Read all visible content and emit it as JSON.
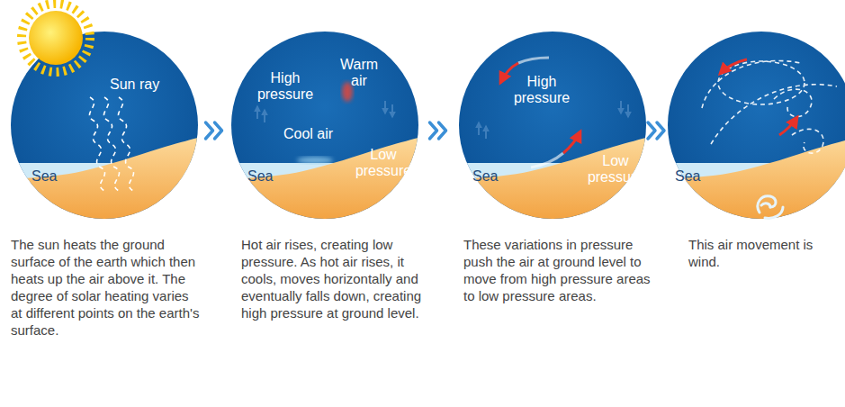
{
  "diagram": {
    "nodes": [
      {
        "text": [
          "Sun ray",
          "Sea",
          "The sun heats the ground surface of the earth which then heats up the air above it. The degree of solar heating varies at different points on the earth's surface."
        ]
      },
      {
        "text": [
          "High pressure",
          "Warm air",
          "Cool air",
          "Low pressure",
          "Sea",
          "Hot air rises, creating low pressure. As hot air rises, it cools, moves horizontally and eventually falls down, creating high pressure at ground level."
        ]
      },
      {
        "text": [
          "High pressure",
          "Sea",
          "Low pressure",
          "These variations in pressure push the air at ground level to move from high pressure areas to low pressure areas."
        ]
      },
      {
        "text": [
          "Sea",
          "This air movement is wind."
        ]
      }
    ],
    "edges": [
      {
        "from": 0,
        "to": 1,
        "arrow": "to"
      },
      {
        "from": 1,
        "to": 2,
        "arrow": "to"
      },
      {
        "from": 2,
        "to": 3,
        "arrow": "to"
      }
    ]
  }
}
